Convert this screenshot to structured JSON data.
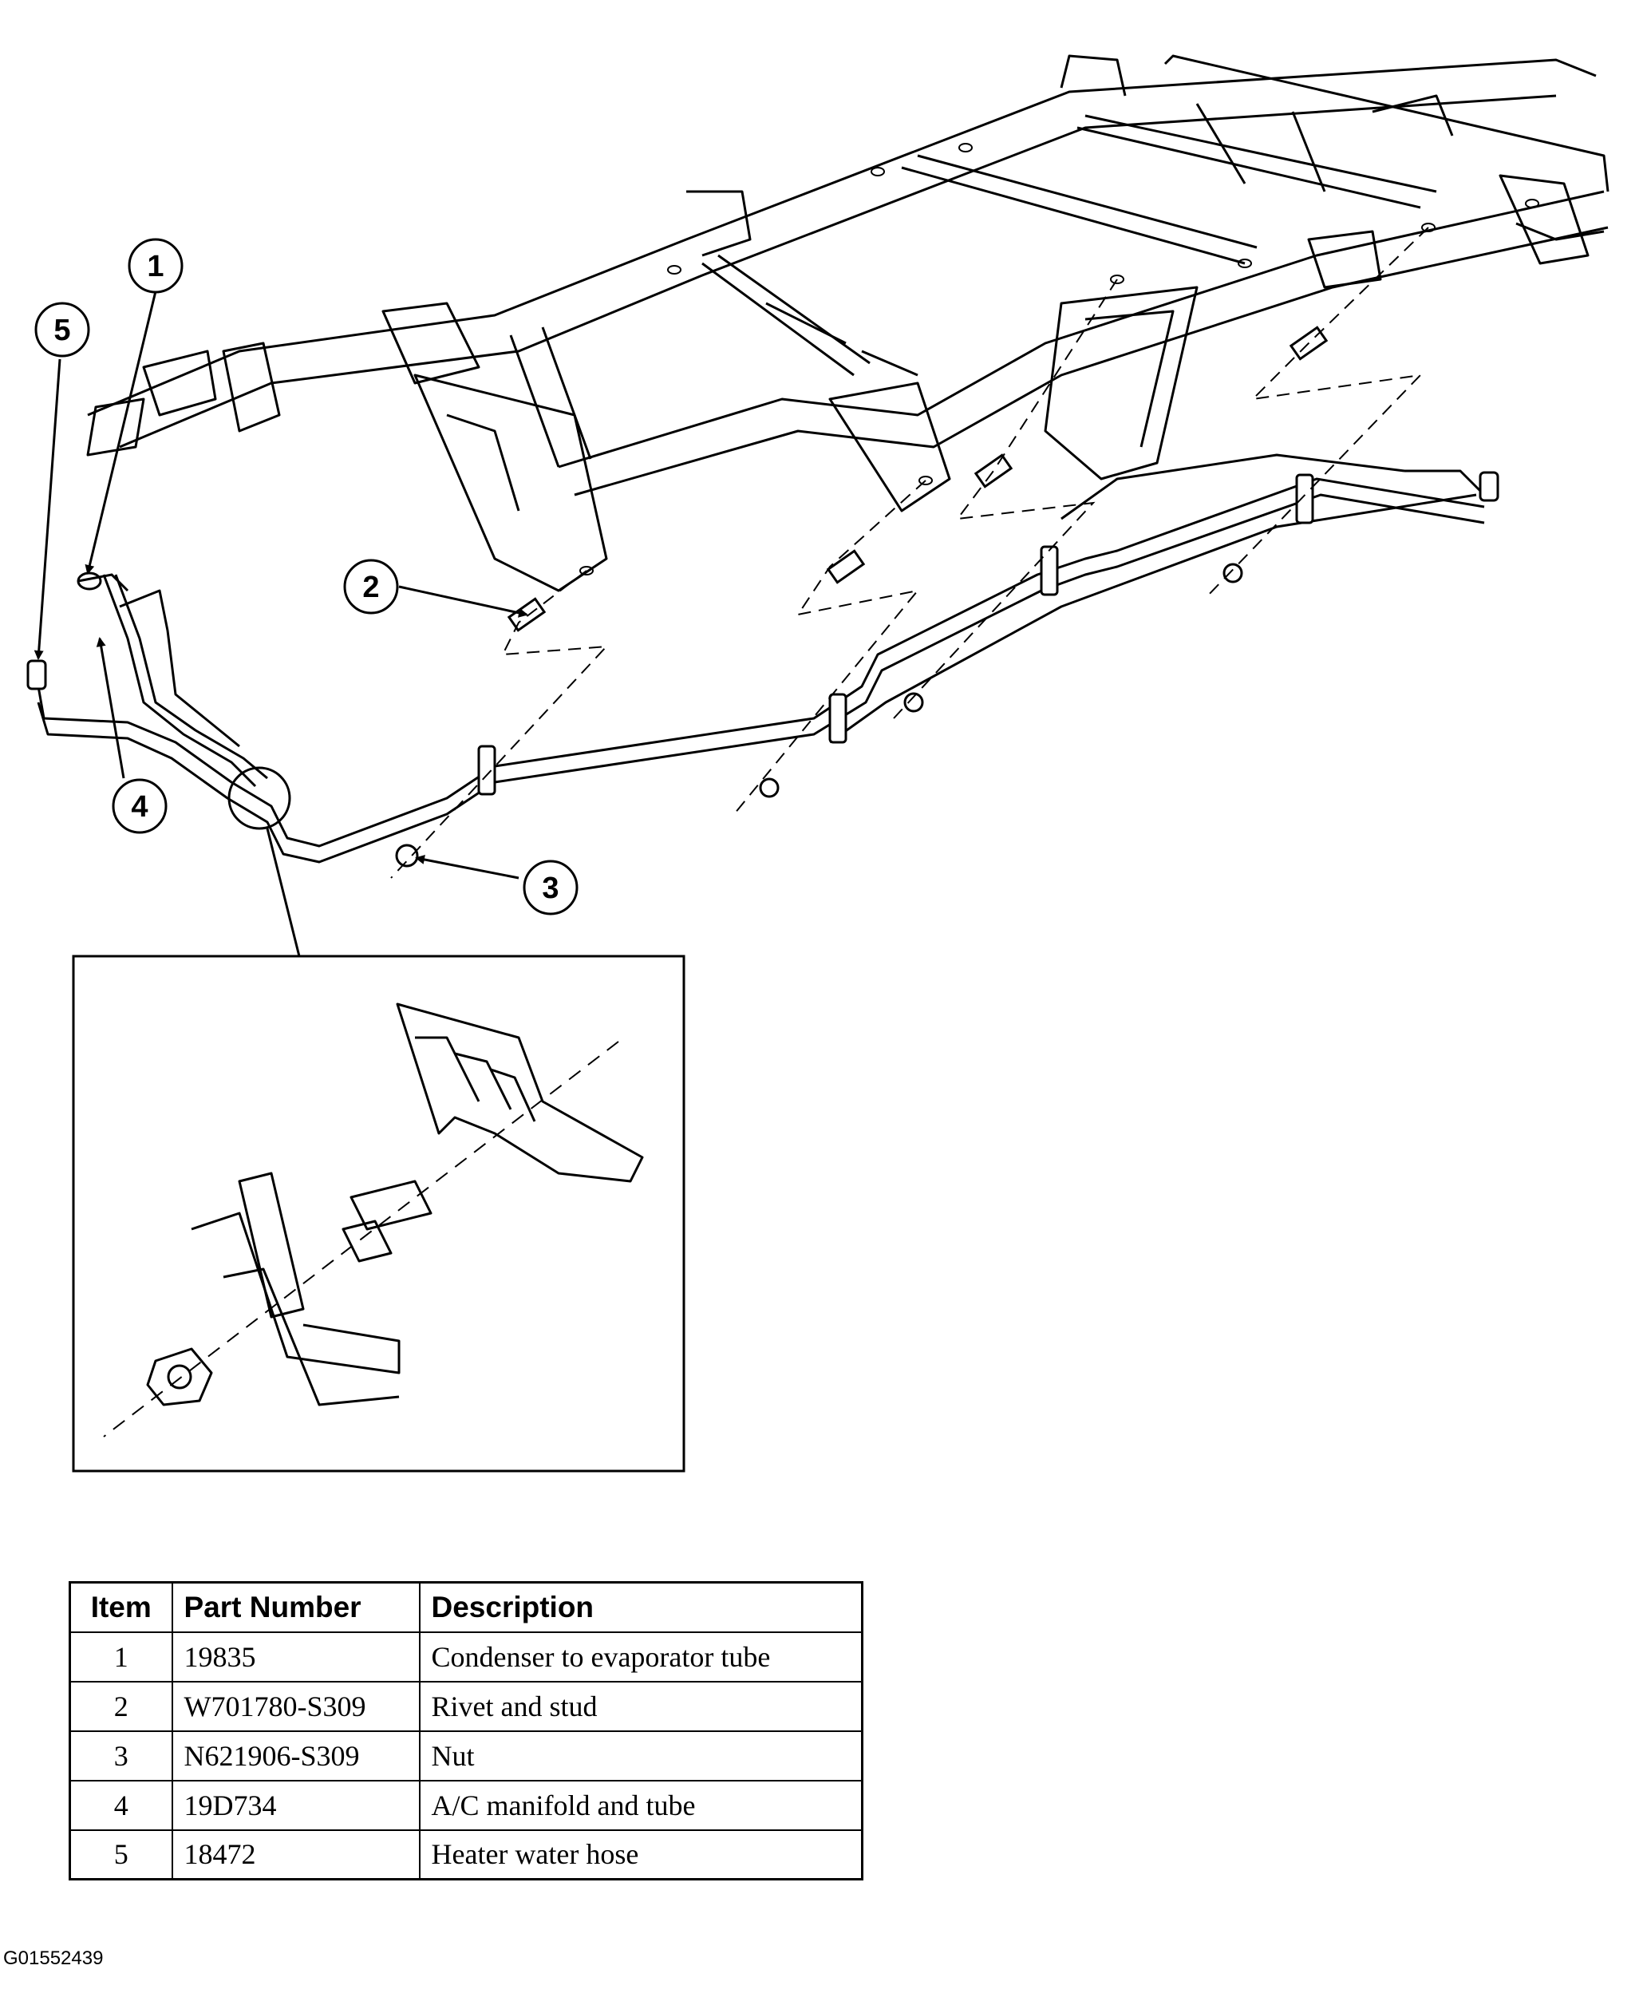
{
  "callouts": [
    {
      "number": "1"
    },
    {
      "number": "2"
    },
    {
      "number": "3"
    },
    {
      "number": "4"
    },
    {
      "number": "5"
    }
  ],
  "parts_table": {
    "headers": [
      "Item",
      "Part Number",
      "Description"
    ],
    "rows": [
      {
        "item": "1",
        "part_number": "19835",
        "description": "Condenser to evaporator tube"
      },
      {
        "item": "2",
        "part_number": "W701780-S309",
        "description": "Rivet and stud"
      },
      {
        "item": "3",
        "part_number": "N621906-S309",
        "description": "Nut"
      },
      {
        "item": "4",
        "part_number": "19D734",
        "description": "A/C manifold and tube"
      },
      {
        "item": "5",
        "part_number": "18472",
        "description": "Heater water hose"
      }
    ]
  },
  "figure_id": "G01552439"
}
